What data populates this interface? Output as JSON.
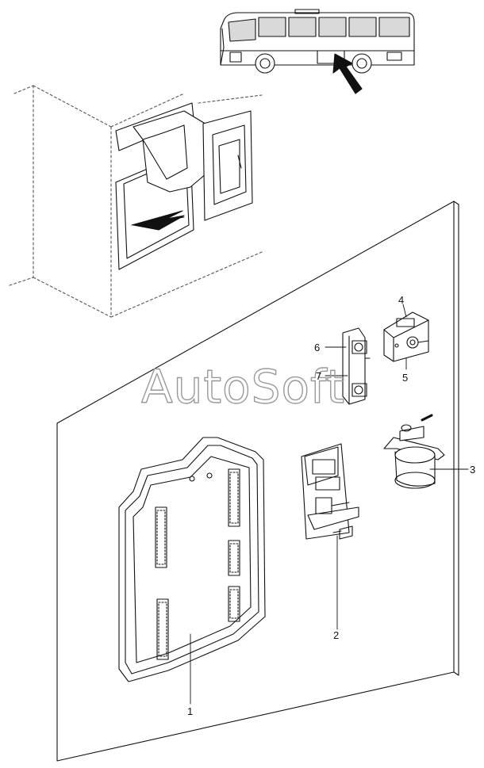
{
  "callouts": [
    {
      "id": "1",
      "label": "1"
    },
    {
      "id": "2",
      "label": "2"
    },
    {
      "id": "3",
      "label": "3"
    },
    {
      "id": "4",
      "label": "4"
    },
    {
      "id": "5",
      "label": "5"
    },
    {
      "id": "6",
      "label": "6"
    },
    {
      "id": "7",
      "label": "7"
    }
  ],
  "watermark": "AutoSoft",
  "colors": {
    "line": "#111111",
    "dash": "#555555",
    "watermark": "#9a9a9a"
  }
}
